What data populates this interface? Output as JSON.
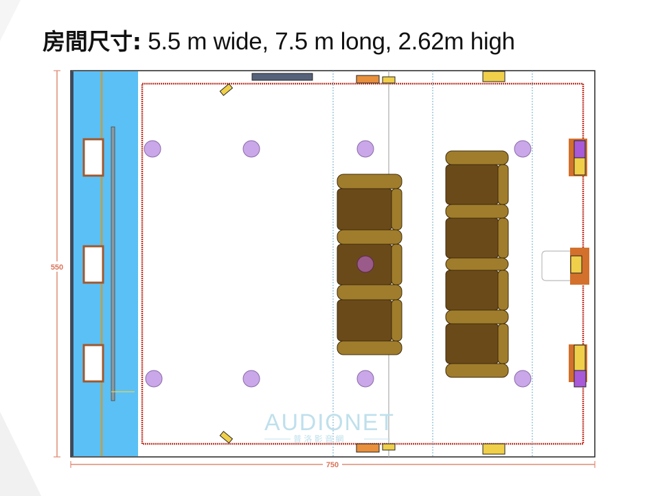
{
  "title": {
    "label": "房間尺寸:",
    "value": " 5.5 m wide, 7.5 m long, 2.62m high"
  },
  "dimensions": {
    "height_label": "550",
    "width_label": "750"
  },
  "watermark": {
    "brand": "AUDIONET",
    "subtitle": "普 洛 影 音 網"
  },
  "colors": {
    "wall": "#5bc0f5",
    "carpet_border": "#c0392b",
    "sofa": "#6b4a1a",
    "sofa_trim": "#a07d2c",
    "speaker": "#c9a7e8",
    "dimension": "#e08a74"
  }
}
